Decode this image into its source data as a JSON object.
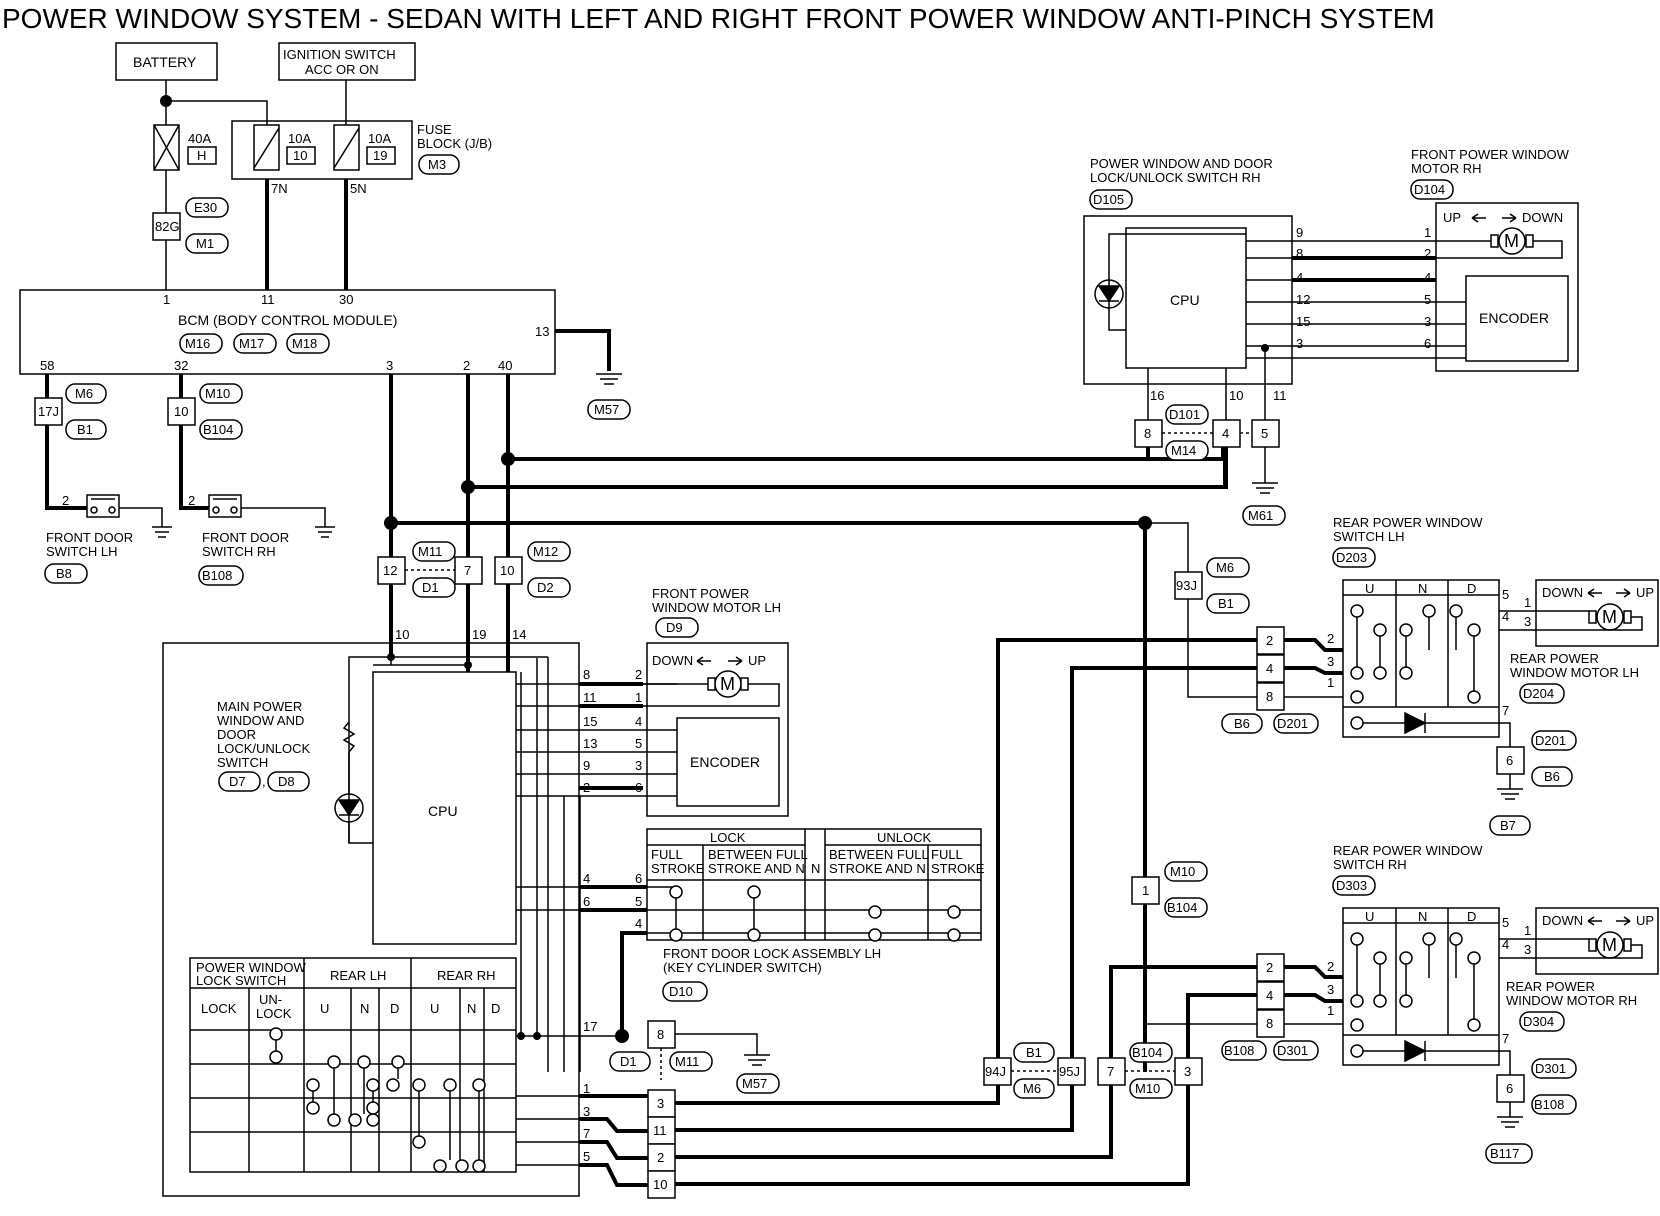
{
  "title": "POWER WINDOW SYSTEM - SEDAN WITH LEFT AND RIGHT FRONT POWER WINDOW ANTI-PINCH SYSTEM",
  "battery": "BATTERY",
  "ignition": [
    "IGNITION SWITCH",
    "ACC OR ON"
  ],
  "fuses": {
    "f40": {
      "rating": "40A",
      "code": "H"
    },
    "f10a": {
      "rating": "10A",
      "code": "10"
    },
    "f10b": {
      "rating": "10A",
      "code": "19"
    },
    "block": [
      "FUSE",
      "BLOCK (J/B)"
    ],
    "block_conn": "M3",
    "pin7": "7N",
    "pin5": "5N"
  },
  "conn_82g": {
    "pin": "82G",
    "a": "E30",
    "b": "M1"
  },
  "bcm": {
    "label": "BCM (BODY CONTROL MODULE)",
    "conns": [
      "M16",
      "M17",
      "M18"
    ],
    "pins_top": [
      "1",
      "11",
      "30"
    ],
    "pins_bottom": [
      "58",
      "32",
      "3",
      "2",
      "40"
    ],
    "pin_right": "13",
    "ground": "M57"
  },
  "fdsw_lh": {
    "pin": "17J",
    "c1": "M6",
    "c2": "B1",
    "sw_pin": "2",
    "label": [
      "FRONT DOOR",
      "SWITCH LH"
    ],
    "conn": "B8"
  },
  "fdsw_rh": {
    "pin": "10",
    "c1": "M10",
    "c2": "B104",
    "sw_pin": "2",
    "label": [
      "FRONT DOOR",
      "SWITCH RH"
    ],
    "conn": "B108"
  },
  "mid_conns": {
    "p12": "12",
    "p7": "7",
    "p10": "10",
    "c_m11": "M11",
    "c_d1": "D1",
    "c_m12": "M12",
    "c_d2": "D2"
  },
  "main_sw": {
    "label": [
      "MAIN POWER",
      "WINDOW AND",
      "DOOR",
      "LOCK/UNLOCK",
      "SWITCH"
    ],
    "conns": [
      "D7",
      "D8"
    ],
    "cpu": "CPU",
    "pins_top": [
      "10",
      "19",
      "14"
    ],
    "pins_right": [
      "8",
      "11",
      "15",
      "13",
      "9",
      "2",
      "4",
      "6",
      "17",
      "1",
      "3",
      "7",
      "5"
    ]
  },
  "fpwm_lh": {
    "label": [
      "FRONT POWER",
      "WINDOW MOTOR LH"
    ],
    "conn": "D9",
    "down": "DOWN",
    "up": "UP",
    "encoder": "ENCODER",
    "pins": [
      "2",
      "1",
      "4",
      "5",
      "3",
      "6"
    ]
  },
  "lock_table": {
    "lock": "LOCK",
    "unlock": "UNLOCK",
    "full": [
      "FULL",
      "STROKE"
    ],
    "between": [
      "BETWEEN FULL",
      "STROKE AND N"
    ],
    "n": "N",
    "pins": [
      "6",
      "5",
      "4"
    ]
  },
  "fdla_lh": {
    "label": [
      "FRONT DOOR LOCK ASSEMBLY LH",
      "(KEY CYLINDER SWITCH)"
    ],
    "conn": "D10"
  },
  "pw_lock_table": {
    "header": [
      "POWER WINDOW",
      "LOCK SWITCH"
    ],
    "rear_lh": "REAR LH",
    "rear_rh": "REAR RH",
    "lock": "LOCK",
    "unlock": [
      "UN-",
      "LOCK"
    ],
    "u": "U",
    "n": "N",
    "d": "D"
  },
  "lower_conns": {
    "p8": "8",
    "c_d1": "D1",
    "c_m11": "M11",
    "ground": "M57",
    "pins": [
      "3",
      "11",
      "2",
      "10"
    ]
  },
  "rh_switch": {
    "label": [
      "POWER WINDOW AND DOOR",
      "LOCK/UNLOCK SWITCH RH"
    ],
    "conn": "D105",
    "cpu": "CPU",
    "pins_right": [
      "9",
      "8",
      "4",
      "12",
      "15",
      "3"
    ],
    "pins_bottom": [
      "16",
      "10",
      "11"
    ]
  },
  "fpwm_rh": {
    "label": [
      "FRONT POWER WINDOW",
      "MOTOR RH"
    ],
    "conn": "D104",
    "up": "UP",
    "down": "DOWN",
    "encoder": "ENCODER",
    "pins": [
      "1",
      "2",
      "4",
      "5",
      "3",
      "6"
    ]
  },
  "d101": {
    "p8": "8",
    "p4": "4",
    "p5": "5",
    "c1": "D101",
    "c2": "M14",
    "ground": "M61"
  },
  "rpws_lh": {
    "label": [
      "REAR POWER WINDOW",
      "SWITCH LH"
    ],
    "conn": "D203",
    "cols": [
      "U",
      "N",
      "D"
    ],
    "pins_left": [
      "2",
      "3",
      "1"
    ],
    "pins_right": [
      "5",
      "4",
      "7"
    ],
    "conn_pins": [
      "2",
      "4",
      "8"
    ],
    "c_b6": "B6",
    "c_d201": "D201",
    "p6": "6",
    "c_d201b": "D201",
    "c_b6b": "B6",
    "ground": "B7"
  },
  "rpwm_lh": {
    "label": [
      "REAR POWER",
      "WINDOW MOTOR LH"
    ],
    "conn": "D204",
    "down": "DOWN",
    "up": "UP",
    "p1": "1",
    "p3": "3"
  },
  "c93j": {
    "pin": "93J",
    "c1": "M6",
    "c2": "B1"
  },
  "c1": {
    "pin": "1",
    "c1": "M10",
    "c2": "B104"
  },
  "rpws_rh": {
    "label": [
      "REAR POWER WINDOW",
      "SWITCH RH"
    ],
    "conn": "D303",
    "cols": [
      "U",
      "N",
      "D"
    ],
    "pins_left": [
      "2",
      "3",
      "1"
    ],
    "pins_right": [
      "5",
      "4",
      "7"
    ],
    "conn_pins": [
      "2",
      "4",
      "8"
    ],
    "c_b108": "B108",
    "c_d301": "D301",
    "p6": "6",
    "c_d301b": "D301",
    "c_b108b": "B108",
    "ground": "B117"
  },
  "rpwm_rh": {
    "label": [
      "REAR POWER",
      "WINDOW MOTOR RH"
    ],
    "conn": "D304",
    "down": "DOWN",
    "up": "UP",
    "p1": "1",
    "p3": "3"
  },
  "bottom_conns": {
    "p94j": "94J",
    "c_b1": "B1",
    "p95j": "95J",
    "c_m6": "M6",
    "p7": "7",
    "c_b104": "B104",
    "p3": "3",
    "c_m10": "M10"
  }
}
